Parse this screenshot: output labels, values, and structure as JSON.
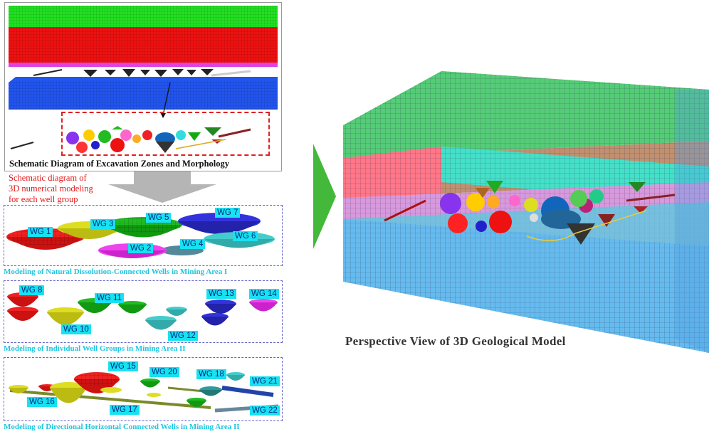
{
  "top_panel": {
    "caption": "Schematic Diagram of Excavation Zones and Morphology"
  },
  "note": {
    "line1": "Schematic  diagram  of",
    "line2": "3D numerical modeling",
    "line3": "for each well group"
  },
  "panels": [
    {
      "caption": "Modeling of Natural Dissolution-Connected Wells in Mining Area I",
      "labels": [
        "WG 1",
        "WG 3",
        "WG 5",
        "WG 7",
        "WG 6",
        "WG 4",
        "WG 2"
      ]
    },
    {
      "caption": "Modeling of Individual Well Groups in Mining Area II",
      "labels": [
        "WG 8",
        "WG 11",
        "WG 10",
        "WG 12",
        "WG 13",
        "WG 14"
      ]
    },
    {
      "caption": "Modeling of Directional Horizontal Connected Wells in Mining Area II",
      "labels": [
        "WG 15",
        "WG 20",
        "WG 18",
        "WG 21",
        "WG 16",
        "WG 17",
        "WG 22"
      ]
    }
  ],
  "right": {
    "caption": "Perspective View of 3D Geological Model"
  },
  "colors": {
    "green": "#22e022",
    "red": "#ee1111",
    "blue": "#2255ee",
    "cyan_label": "#19e1f0",
    "arrow_green": "#44b83a",
    "arrow_gray": "#b5b5b5"
  }
}
